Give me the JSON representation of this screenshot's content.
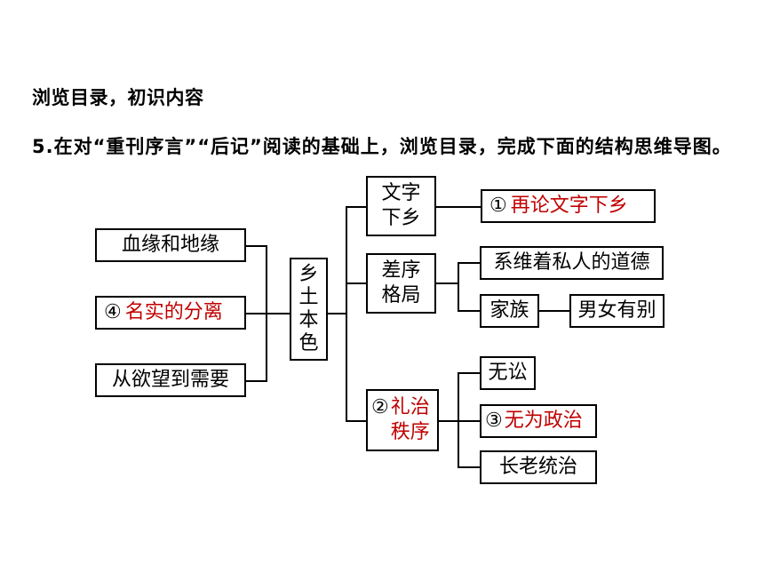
{
  "heading": "浏览目录，初识内容",
  "question": "5.在对“重刊序言”“后记”阅读的基础上，浏览目录，完成下面的结构思维导图。",
  "diagram": {
    "center": [
      "乡",
      "土",
      "本",
      "色"
    ],
    "left_nodes": {
      "blood": "血缘和地缘",
      "blank4_num": "④",
      "blank4_answer": "名实的分离",
      "desire": "从欲望到需要"
    },
    "branches": {
      "wenzi": {
        "line1": "文字",
        "line2": "下乡"
      },
      "blank1_num": "①",
      "blank1_answer": "再论文字下乡",
      "chaxu": {
        "line1": "差序",
        "line2": "格局"
      },
      "moral": "系维着私人的道德",
      "family": "家族",
      "gender": "男女有别",
      "blank2_num": "②",
      "blank2_line1": "礼治",
      "blank2_line2": "秩序",
      "wusong": "无讼",
      "blank3_num": "③",
      "blank3_answer": "无为政治",
      "elders": "长老统治"
    },
    "colors": {
      "answer": "#c00000",
      "line": "#000000"
    }
  }
}
